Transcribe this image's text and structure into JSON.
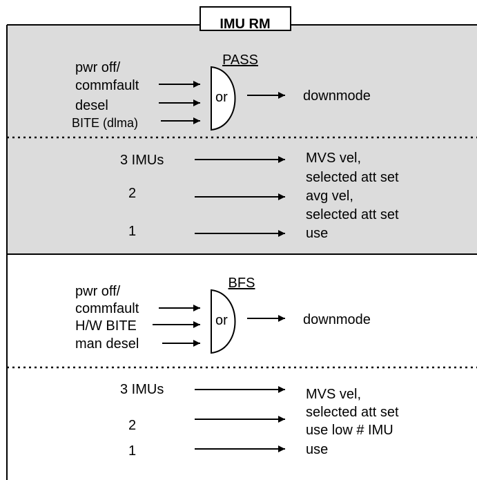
{
  "title": "IMU RM",
  "pass": {
    "label": "PASS",
    "gate": "or",
    "inputs": [
      "pwr off/",
      "commfault",
      "desel",
      "BITE (dlma)"
    ],
    "output": "downmode",
    "rows": [
      {
        "count": "3 IMUs",
        "result": [
          "MVS vel,",
          "selected att set"
        ]
      },
      {
        "count": "2",
        "result": [
          "avg vel,",
          "selected att set"
        ]
      },
      {
        "count": "1",
        "result": [
          "use"
        ]
      }
    ]
  },
  "bfs": {
    "label": "BFS",
    "gate": "or",
    "inputs": [
      "pwr off/",
      "commfault",
      "H/W BITE",
      "man desel"
    ],
    "output": "downmode",
    "rows": [
      {
        "count": "3 IMUs",
        "result": [
          "MVS vel,",
          "selected att set"
        ]
      },
      {
        "count": "2",
        "result": [
          "use low # IMU"
        ]
      },
      {
        "count": "1",
        "result": [
          "use"
        ]
      }
    ]
  },
  "colors": {
    "shaded": "#dcdcdc",
    "line": "#000000"
  }
}
